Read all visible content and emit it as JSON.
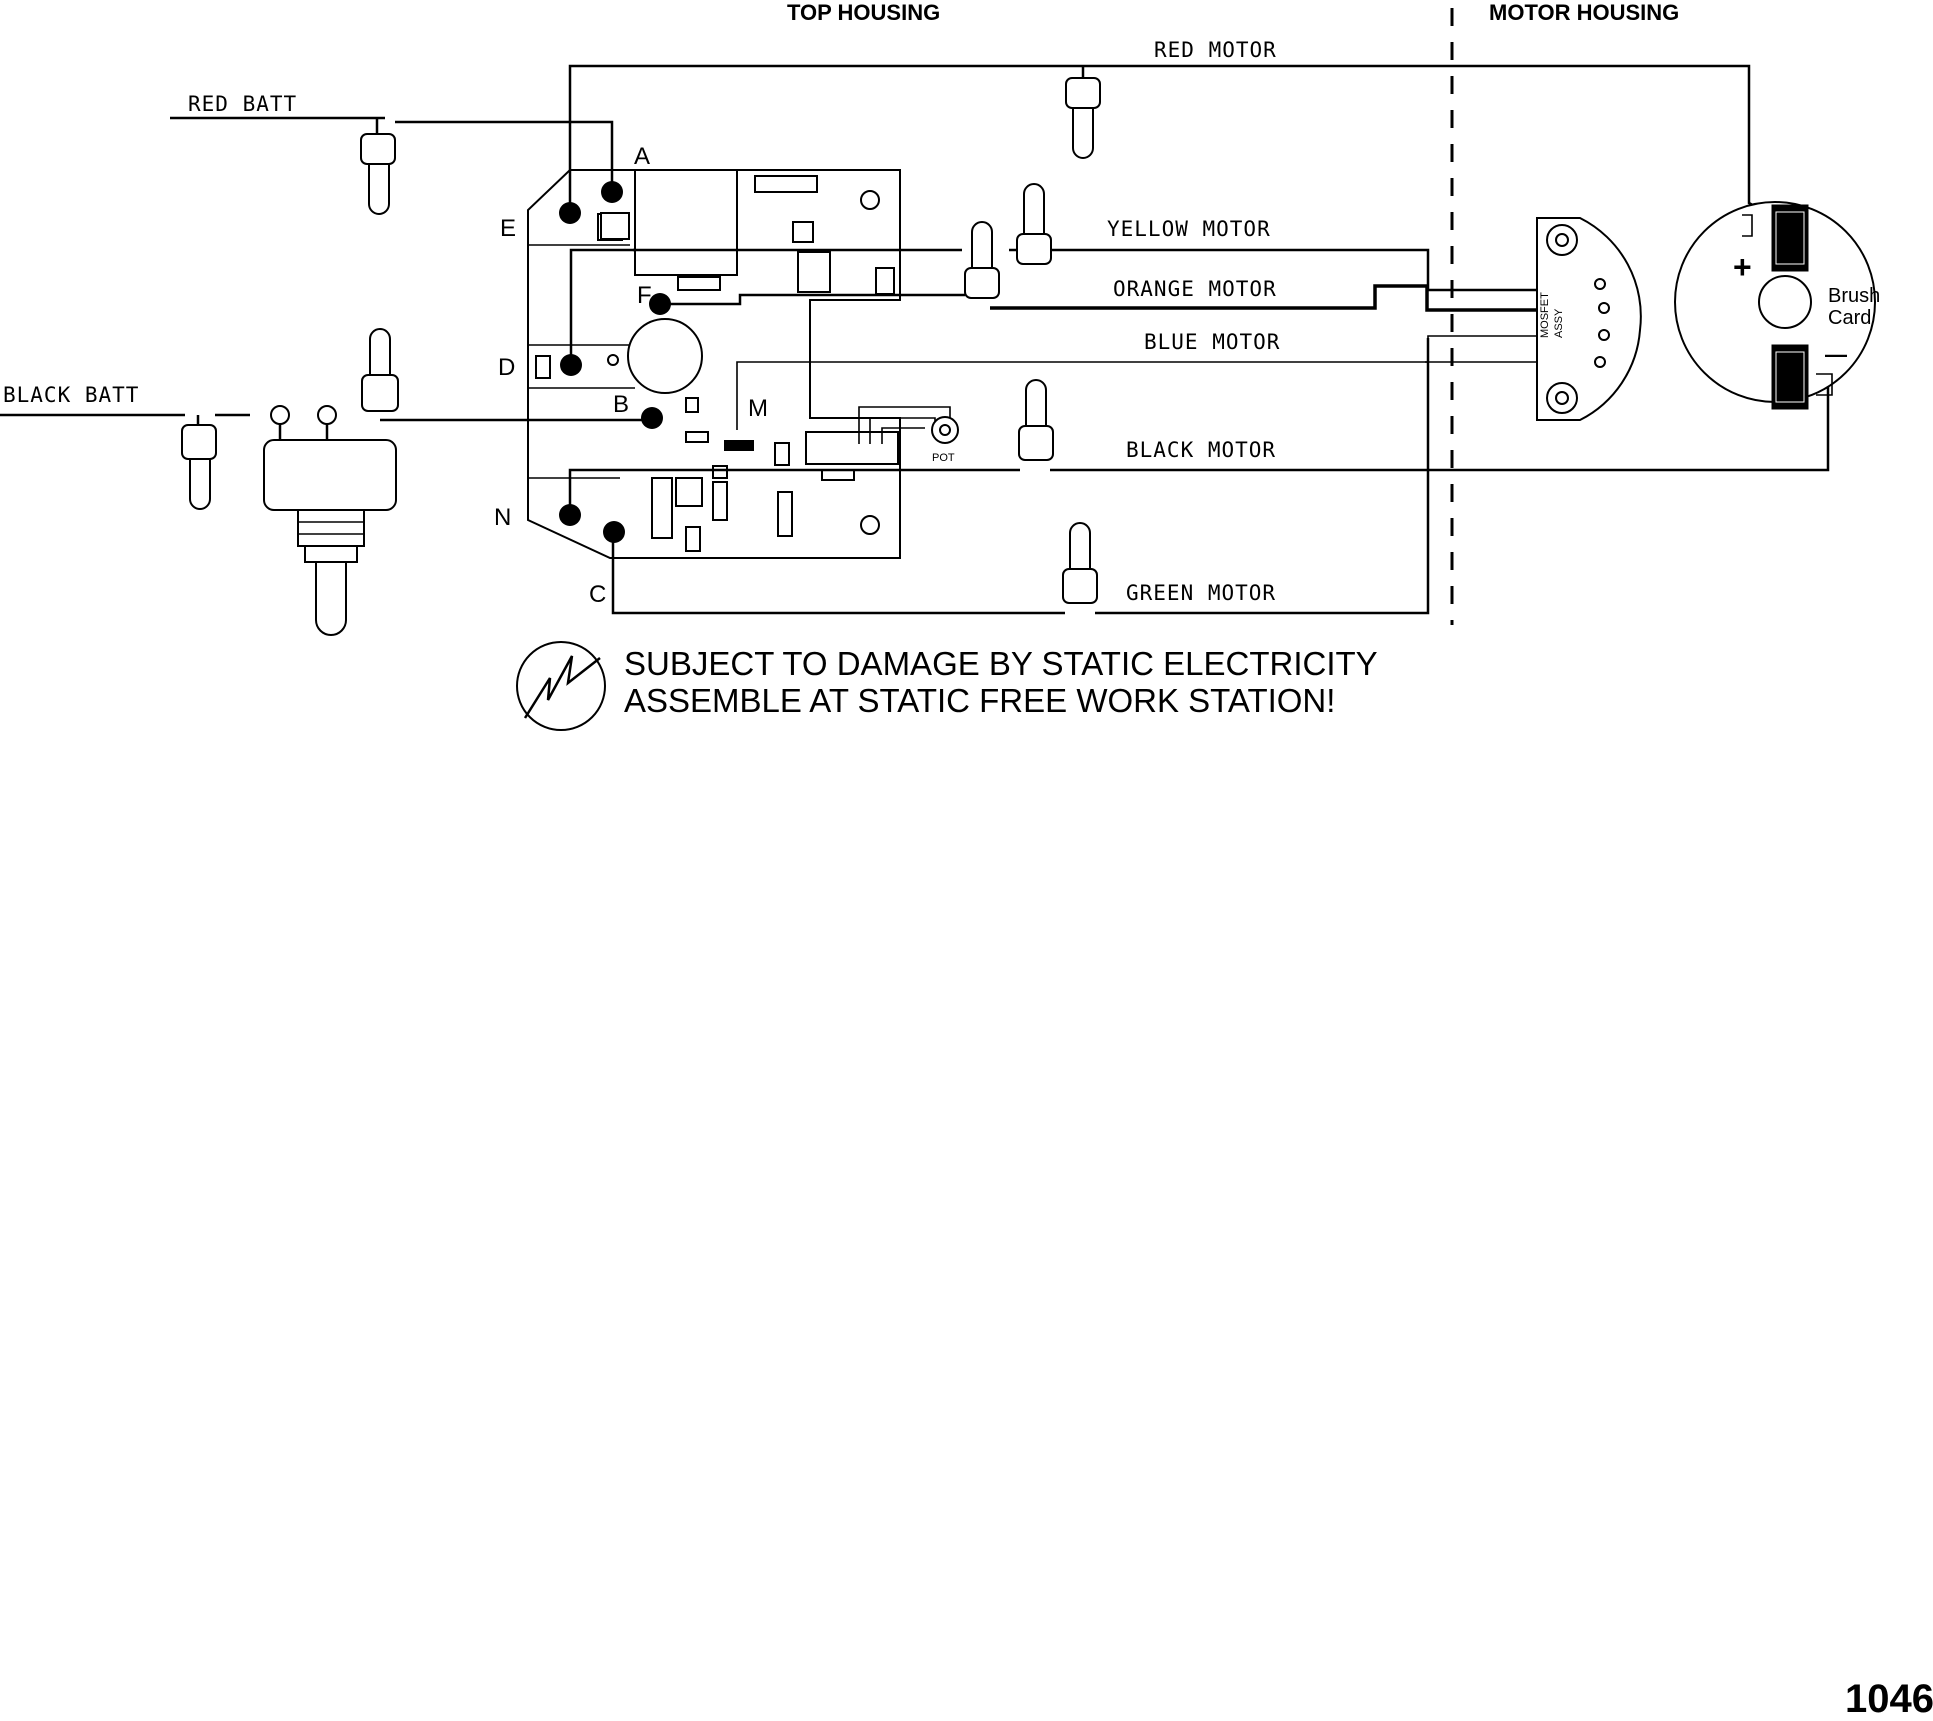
{
  "headers": {
    "top_housing": "TOP HOUSING",
    "motor_housing": "MOTOR HOUSING"
  },
  "wires": {
    "red_batt": "RED BATT",
    "black_batt": "BLACK BATT",
    "red_motor": "RED MOTOR",
    "yellow_motor": "YELLOW MOTOR",
    "orange_motor": "ORANGE MOTOR",
    "blue_motor": "BLUE MOTOR",
    "black_motor": "BLACK MOTOR",
    "green_motor": "GREEN MOTOR"
  },
  "terminals": {
    "a": "A",
    "b": "B",
    "c": "C",
    "d": "D",
    "e": "E",
    "f": "F",
    "m": "M",
    "n": "N"
  },
  "board": {
    "pot": "POT"
  },
  "mosfet": {
    "line1": "MOSFET",
    "line2": "ASSY"
  },
  "brush_card": {
    "line1": "Brush",
    "line2": "Card",
    "plus": "+",
    "minus": "—"
  },
  "warning": {
    "line1": "SUBJECT TO DAMAGE BY STATIC ELECTRICITY",
    "line2": "ASSEMBLE AT STATIC FREE WORK STATION!"
  },
  "page_number": "1046"
}
